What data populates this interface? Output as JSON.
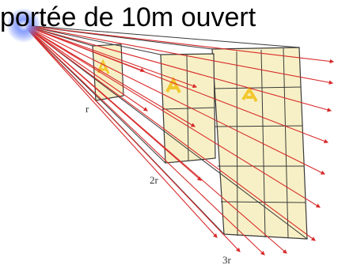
{
  "caption": "portée de 10m ouvert",
  "labels": {
    "r": "r",
    "two_r": "2r",
    "three_r": "3r"
  },
  "colors": {
    "ray": "#d82a2a",
    "frame": "#3a3a3a",
    "panel": "#f7f0c6",
    "source_glow": "#4a6cf0",
    "letter": "#f2c830"
  }
}
